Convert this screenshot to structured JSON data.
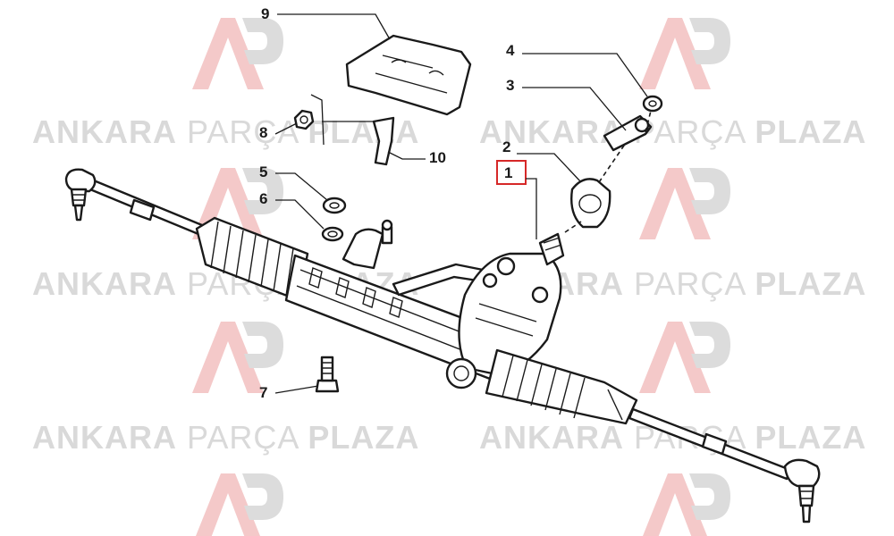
{
  "watermark": {
    "brand_light": "ANKARA",
    "brand_mid": "PARÇA",
    "brand_bold": "PLAZA",
    "logo_letters": "AP",
    "colors": {
      "text": "#d9d9d9",
      "text_bold": "#cfcfcf",
      "logo_red": "#f4c9c9",
      "logo_grey": "#dcdcdc"
    }
  },
  "callouts": [
    {
      "id": "1",
      "label": "1",
      "highlighted": true
    },
    {
      "id": "2",
      "label": "2"
    },
    {
      "id": "3",
      "label": "3"
    },
    {
      "id": "4",
      "label": "4"
    },
    {
      "id": "5",
      "label": "5"
    },
    {
      "id": "6",
      "label": "6"
    },
    {
      "id": "7",
      "label": "7"
    },
    {
      "id": "8",
      "label": "8"
    },
    {
      "id": "9",
      "label": "9"
    },
    {
      "id": "10",
      "label": "10"
    }
  ],
  "colors": {
    "highlight_box": "#d62828",
    "ink": "#1a1a1a"
  }
}
